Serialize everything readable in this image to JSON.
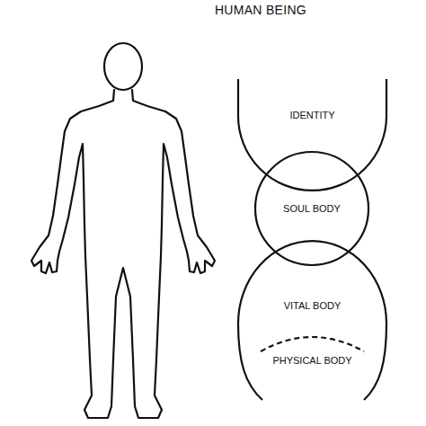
{
  "diagram": {
    "title": "HUMAN BEING",
    "nodes": [
      {
        "text": [
          "IDENTITY"
        ]
      },
      {
        "text": [
          "SOUL BODY"
        ]
      },
      {
        "text": [
          "VITAL BODY"
        ]
      },
      {
        "text": [
          "PHYSICAL BODY"
        ],
        "in": 2
      }
    ]
  }
}
